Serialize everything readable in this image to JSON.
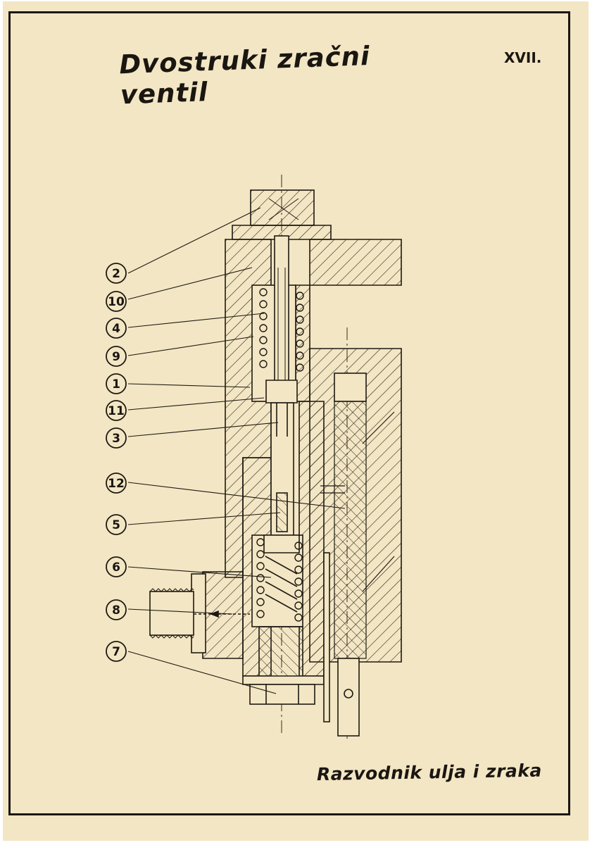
{
  "title": "Dvostruki zračni ventil",
  "sheet_number": "XVII.",
  "subtitle": "Razvodnik ulja i zraka",
  "callouts": [
    "2",
    "10",
    "4",
    "9",
    "1",
    "11",
    "3",
    "12",
    "5",
    "6",
    "8",
    "7"
  ]
}
